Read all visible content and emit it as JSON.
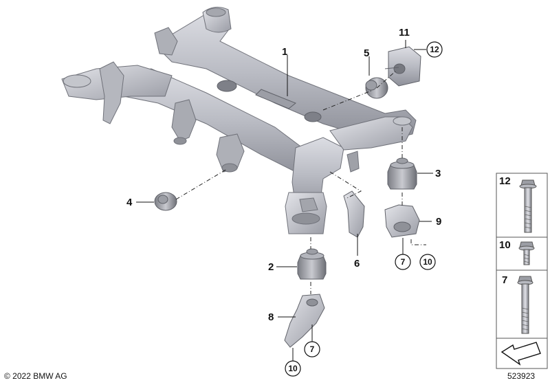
{
  "callouts": {
    "c1": "1",
    "c2": "2",
    "c3": "3",
    "c4": "4",
    "c5": "5",
    "c6": "6",
    "c7a": "7",
    "c7b": "7",
    "c8": "8",
    "c9": "9",
    "c10a": "10",
    "c10b": "10",
    "c11": "11",
    "c12": "12"
  },
  "fastener_panel": {
    "item_12": "12",
    "item_10": "10",
    "item_7": "7"
  },
  "footer": {
    "copyright": "© 2022 BMW AG",
    "diagram_id": "523923"
  }
}
